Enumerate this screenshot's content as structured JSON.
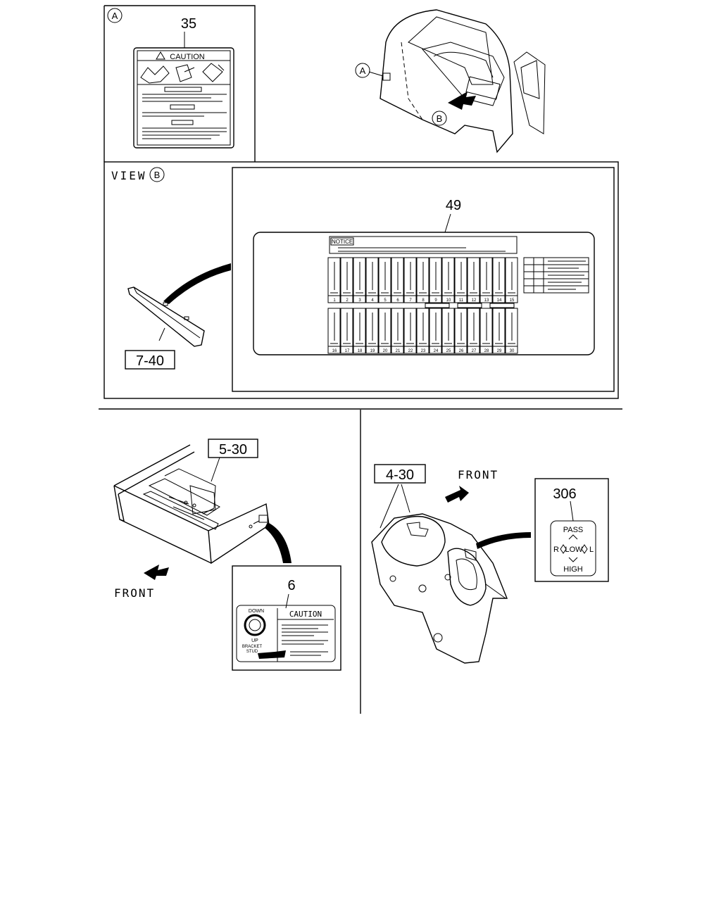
{
  "callouts": {
    "view_a_marker": "A",
    "view_a_marker_on_cab": "A",
    "view_b_marker_on_cab": "B",
    "view_b_title": "VIEW",
    "view_b_title_marker": "B"
  },
  "parts": {
    "caution_label_a": "35",
    "notice_fuse_label": "49",
    "fuse_box_cover": "7-40",
    "frame_assembly": "5-30",
    "caution_label_frame": "6",
    "switch_bracket": "4-30",
    "switch_label": "306"
  },
  "labels": {
    "caution_a_title": "CAUTION",
    "notice_title": "NOTICE",
    "caution_frame_title": "CAUTION",
    "caution_frame_down": "DOWN",
    "caution_frame_up": "UP",
    "caution_frame_bracket": "BRACKET",
    "caution_frame_stud": "STUD",
    "front_left": "FRONT",
    "front_right": "FRONT",
    "switch_pass": "PASS",
    "switch_r": "R",
    "switch_low": "LOW",
    "switch_l": "L",
    "switch_high": "HIGH"
  },
  "fuse_numbers": {
    "top_row": [
      "1",
      "2",
      "3",
      "4",
      "5",
      "6",
      "7",
      "8",
      "9",
      "10",
      "11",
      "12",
      "13",
      "14",
      "15"
    ],
    "bottom_row": [
      "16",
      "17",
      "18",
      "19",
      "20",
      "21",
      "22",
      "23",
      "24",
      "25",
      "26",
      "27",
      "28",
      "29",
      "30"
    ]
  }
}
